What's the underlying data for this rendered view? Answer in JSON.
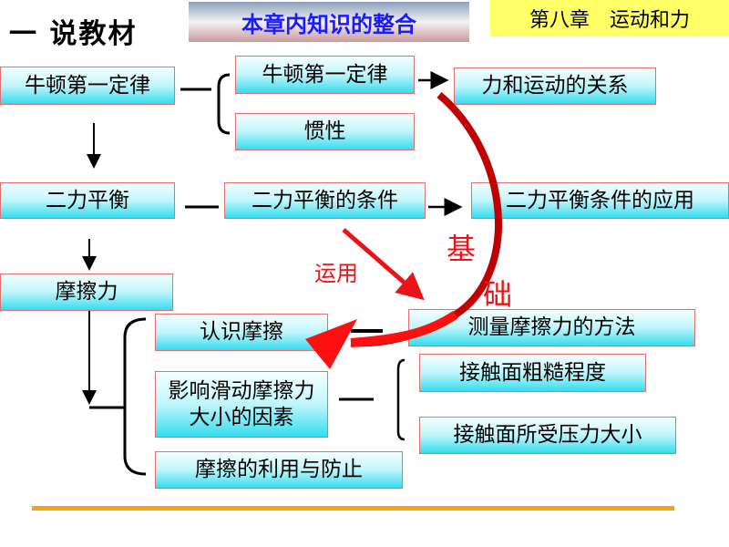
{
  "header": {
    "title": "一 说教材",
    "banner": "本章内知识的整合",
    "chapter": "第八章　运动和力"
  },
  "nodes": {
    "newton_main": "牛顿第一定律",
    "newton_law": "牛顿第一定律",
    "force_motion": "力和运动的关系",
    "inertia": "惯性",
    "balance": "二力平衡",
    "balance_cond": "二力平衡的条件",
    "balance_app": "二力平衡条件的应用",
    "friction": "摩擦力",
    "know_friction": "认识摩擦",
    "measure_friction": "测量摩擦力的方法",
    "factors": "影响滑动摩擦力大小的因素",
    "roughness": "接触面粗糙程度",
    "pressure": "接触面所受压力大小",
    "use_prevent": "摩擦的利用与防止"
  },
  "annotations": {
    "apply": "运用",
    "basis_1": "基",
    "basis_2": "础"
  },
  "colors": {
    "arrow_red": "#e8141a",
    "arc_red": "#c00000",
    "rule": "#f7a21b",
    "box_border": "#e07070"
  }
}
